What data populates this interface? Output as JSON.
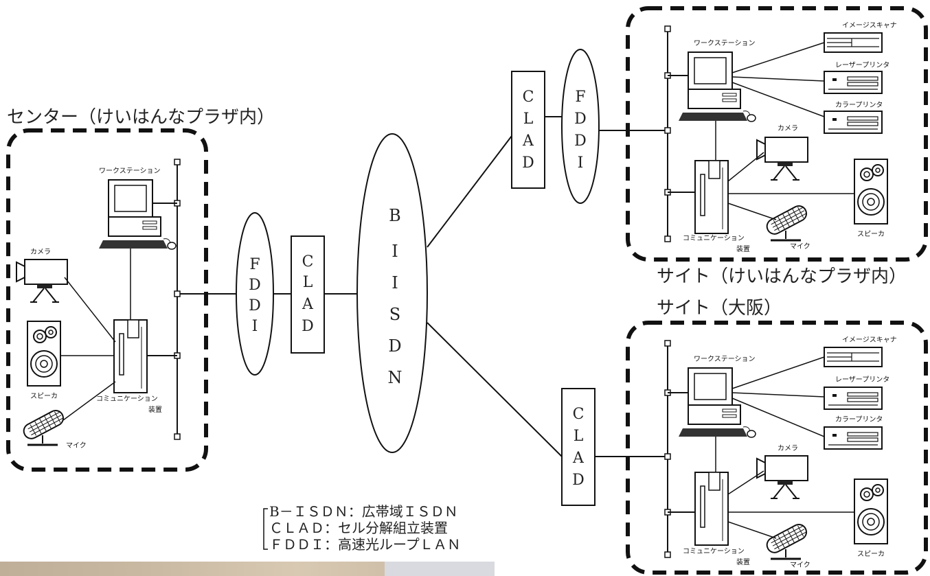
{
  "regions": {
    "center_title": "センター（けいはんなプラザ内）",
    "site1_title": "サイト（けいはんなプラザ内）",
    "site2_title": "サイト（大阪）"
  },
  "network": {
    "bisdn_letters": [
      "B",
      "I",
      "I",
      "S",
      "D",
      "N"
    ],
    "clad_letters": [
      "C",
      "L",
      "A",
      "D"
    ],
    "fddi_letters": [
      "F",
      "D",
      "D",
      "I"
    ]
  },
  "devices": {
    "workstation": "ワークステーション",
    "camera": "カメラ",
    "speaker": "スピーカ",
    "mic": "マイク",
    "comm_device_line1": "コミュニケーション",
    "comm_device_line2": "装置",
    "image_scanner": "イメージスキャナ",
    "laser_printer": "レーザープリンタ",
    "color_printer": "カラープリンタ"
  },
  "legend": [
    "B－ＩＳＤＮ：広帯域ＩＳＤＮ",
    "ＣＬＡＤ：セル分解組立装置",
    "ＦＤＤＩ：高速光ループＬＡＮ"
  ]
}
